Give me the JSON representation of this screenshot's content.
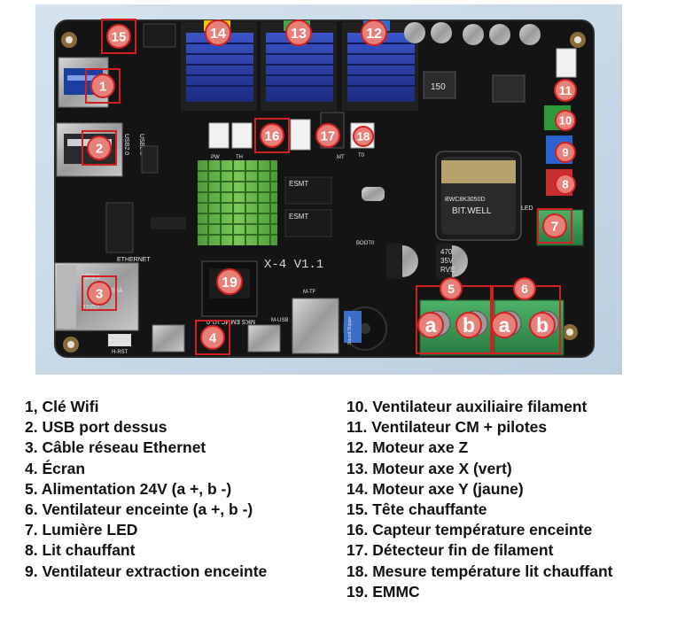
{
  "markers": [
    {
      "n": "1",
      "label": "1"
    },
    {
      "n": "2",
      "label": "2"
    },
    {
      "n": "3",
      "label": "3"
    },
    {
      "n": "4",
      "label": "4"
    },
    {
      "n": "5",
      "label": "5"
    },
    {
      "n": "6",
      "label": "6"
    },
    {
      "n": "7",
      "label": "7"
    },
    {
      "n": "8",
      "label": "8"
    },
    {
      "n": "9",
      "label": "9"
    },
    {
      "n": "10",
      "label": "10"
    },
    {
      "n": "11",
      "label": "11"
    },
    {
      "n": "12",
      "label": "12"
    },
    {
      "n": "13",
      "label": "13"
    },
    {
      "n": "14",
      "label": "14"
    },
    {
      "n": "15",
      "label": "15"
    },
    {
      "n": "16",
      "label": "16"
    },
    {
      "n": "17",
      "label": "17"
    },
    {
      "n": "18",
      "label": "18"
    },
    {
      "n": "19",
      "label": "19"
    }
  ],
  "terminals": {
    "a": "a",
    "b": "b"
  },
  "silkscreen": {
    "board_name": "X-4  V1.1",
    "emmc_label": "MKS EMMC V1.0",
    "usb2_a": "USB2.0",
    "usb2_b": "USB2.0",
    "ethernet": "ETHERNET",
    "hrst": "H-RST",
    "musb": "M-USB",
    "mtf": "M-TF",
    "boot0": "BOOT0",
    "led": "LED",
    "t0": "T0",
    "mt": "MT",
    "pw": "PW",
    "th": "TH",
    "eth_jack_1": "HR91",
    "eth_jack_2": "1605A",
    "eth_jack_3": "22/02",
    "cap_large_1": "BIT.WELL",
    "cap_large_2": "BWC8K3050D",
    "cap_small_1": "470",
    "cap_small_2": "35V",
    "cap_small_3": "RVE",
    "inductor": "150",
    "esmt_1": "ESMT",
    "esmt_2": "ESMT",
    "buzzer": "Sound Stipper"
  },
  "legend_left": [
    "1, Clé Wifi",
    "2. USB port dessus",
    "3. Câble réseau Ethernet",
    "4. Écran",
    "5. Alimentation 24V (a +, b -)",
    "6. Ventilateur enceinte (a +, b -)",
    "7. Lumière LED",
    "8. Lit chauffant",
    "9. Ventilateur extraction enceinte"
  ],
  "legend_right": [
    "10. Ventilateur auxiliaire filament",
    "11. Ventilateur CM + pilotes",
    "12. Moteur axe Z",
    "13. Moteur axe X (vert)",
    "14. Moteur axe Y (jaune)",
    "15. Tête chauffante",
    "16. Capteur température enceinte",
    "17. Détecteur fin de filament",
    "18. Mesure température lit chauffant",
    "19. EMMC"
  ],
  "colors": {
    "marker_fill": "#e8807a",
    "marker_border": "#d22020",
    "board": "#151515",
    "photo_bg": "#c9dceb",
    "heatsink_blue": "#2a3fa8",
    "heatsink_green": "#5fa845",
    "terminal_green": "#3f9a55"
  }
}
